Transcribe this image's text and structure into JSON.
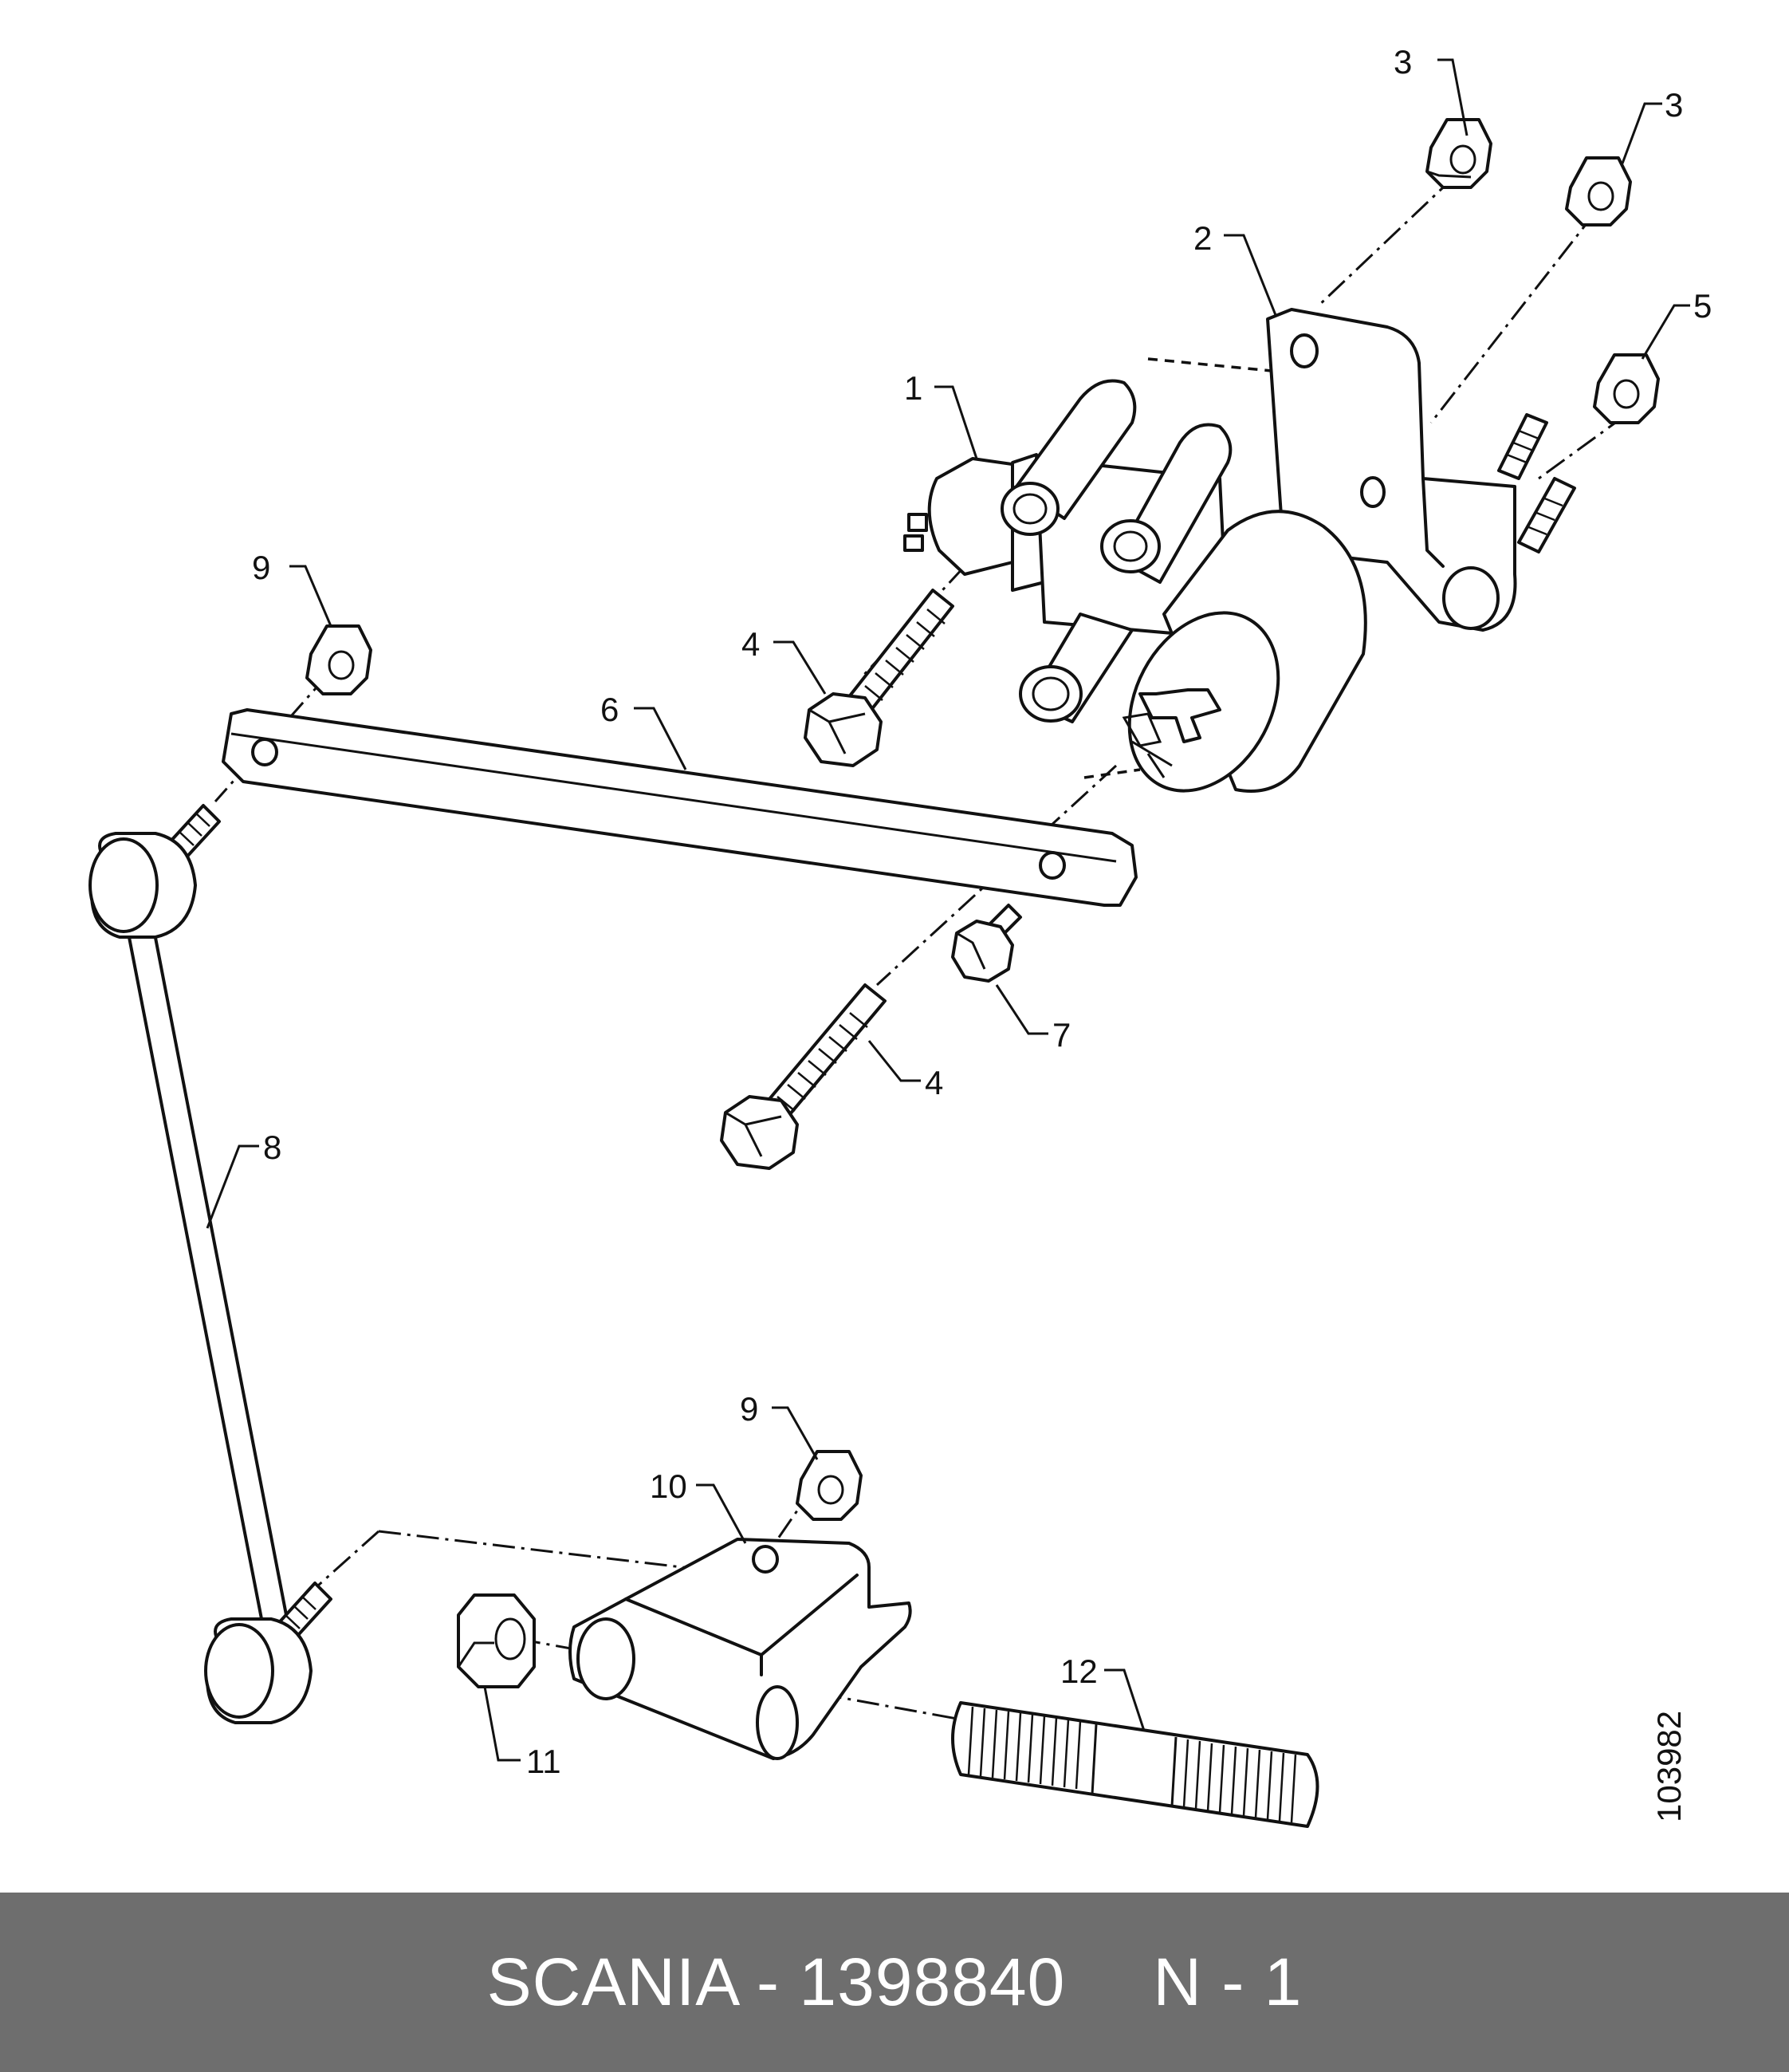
{
  "diagram": {
    "callouts": {
      "c1": "1",
      "c2": "2",
      "c3a": "3",
      "c3b": "3",
      "c4a": "4",
      "c4b": "4",
      "c5": "5",
      "c6": "6",
      "c7": "7",
      "c8": "8",
      "c9a": "9",
      "c9b": "9",
      "c10": "10",
      "c11": "11",
      "c12": "12"
    },
    "drawing_number": "103982"
  },
  "footer": {
    "part_label": "SCANIA - 1398840",
    "page_label": "N - 1"
  }
}
